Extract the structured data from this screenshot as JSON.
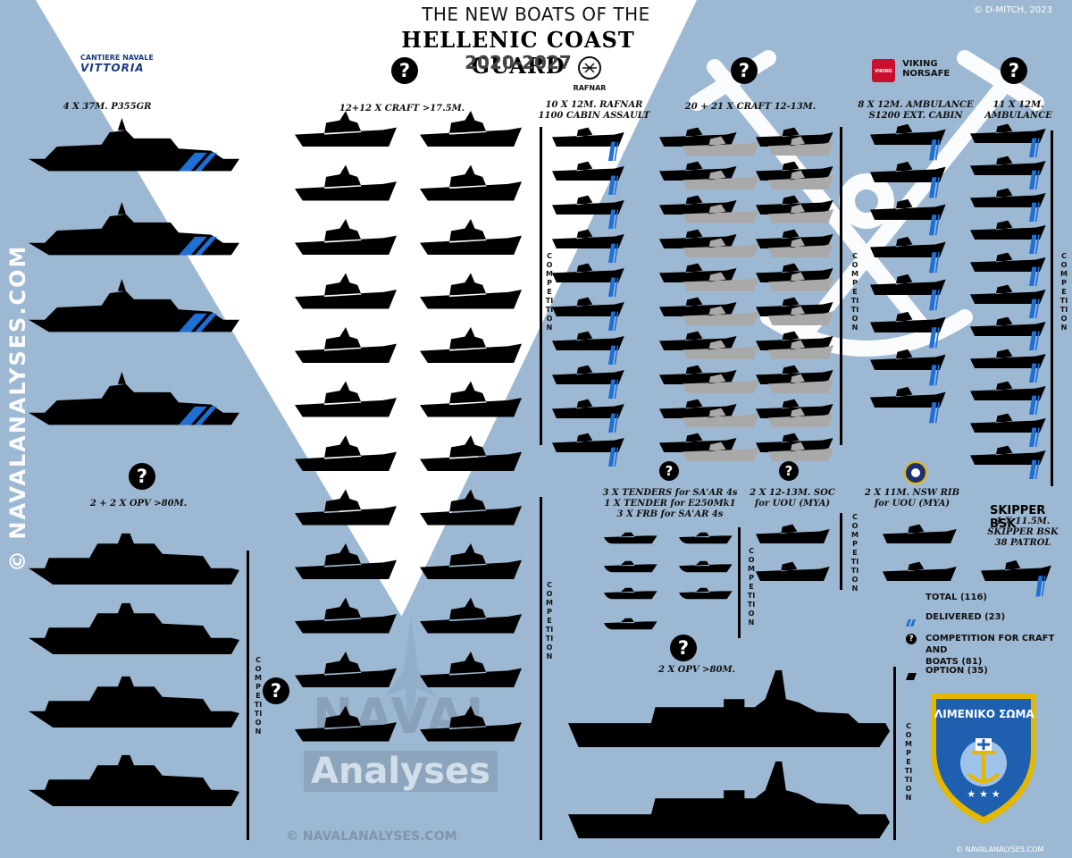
{
  "title": {
    "line1": "THE NEW BOATS OF THE",
    "line2": "HELLENIC COAST GUARD",
    "line3": "2020-2027"
  },
  "copyright_top": "© D-MITCH, 2023",
  "copyright_bottom": "© NAVALANALYSES.COM",
  "watermark": {
    "side_text": "© NAVALANALYSES.COM",
    "logo_line1": "NAVAL",
    "logo_line2": "Analyses",
    "logo_line3": "© NAVALANALYSES.COM"
  },
  "brands": {
    "vittoria_top": "CANTIERE NAVALE",
    "vittoria_name": "VITTORIA",
    "rafnar": "RAFNAR",
    "viking_line1": "VIKING",
    "viking_line2": "NORSAFE",
    "viking_logo": "VIKING",
    "skipper": "SKIPPER BSK"
  },
  "groups": [
    {
      "id": "p355",
      "label_lines": [
        "4 X 37M. P355GR"
      ]
    },
    {
      "id": "craft175",
      "label_lines": [
        "12+12 X CRAFT >17.5M."
      ]
    },
    {
      "id": "rafnar",
      "label_lines": [
        "10 X 12M. RAFNAR",
        "1100 CABIN ASSAULT"
      ]
    },
    {
      "id": "craft1213",
      "label_lines": [
        "20 + 21 X CRAFT 12-13M."
      ]
    },
    {
      "id": "amb_ext",
      "label_lines": [
        "8 X 12M. AMBULANCE",
        "S1200 EXT. CABIN"
      ]
    },
    {
      "id": "amb",
      "label_lines": [
        "11 X 12M.",
        "AMBULANCE"
      ]
    },
    {
      "id": "opv_left",
      "label_lines": [
        "2 + 2 X OPV >80M."
      ]
    },
    {
      "id": "tenders",
      "label_lines": [
        "3 X TENDERS for SA'AR 4s",
        "1 X TENDER for E250Mk1",
        "3 X FRB for SA'AR 4s"
      ]
    },
    {
      "id": "soc",
      "label_lines": [
        "2 X 12-13M. SOC",
        "for UOU (MYA)"
      ]
    },
    {
      "id": "nswrib",
      "label_lines": [
        "2 X 11M. NSW RIB",
        "for UOU (MYA)"
      ]
    },
    {
      "id": "skipper",
      "label_lines": [
        "1 X 11.5M.",
        "SKIPPER BSK",
        "38 PATROL"
      ]
    },
    {
      "id": "opv_bottom",
      "label_lines": [
        "2 X OPV >80M."
      ]
    }
  ],
  "competition_label": "COMPETITION",
  "question_mark": "?",
  "legend": {
    "total": "TOTAL (116)",
    "delivered": "DELIVERED (23)",
    "competition_line1": "COMPETITION FOR CRAFT AND",
    "competition_line2": "BOATS (81)",
    "option": "OPTION (35)"
  },
  "emblem": {
    "title": "ΛΙΜΕΝΙΚΟ ΣΩΜΑ",
    "stars": "★ ★ ★",
    "icon": "anchor-emblem-icon"
  },
  "colors": {
    "band": "#9db8d2",
    "ship": "#000000",
    "option_ship": "#a9a9a9",
    "delivered_stripe": "#1f6fd4",
    "emblem_blue": "#1f5fb0",
    "emblem_gold": "#e5b800"
  }
}
